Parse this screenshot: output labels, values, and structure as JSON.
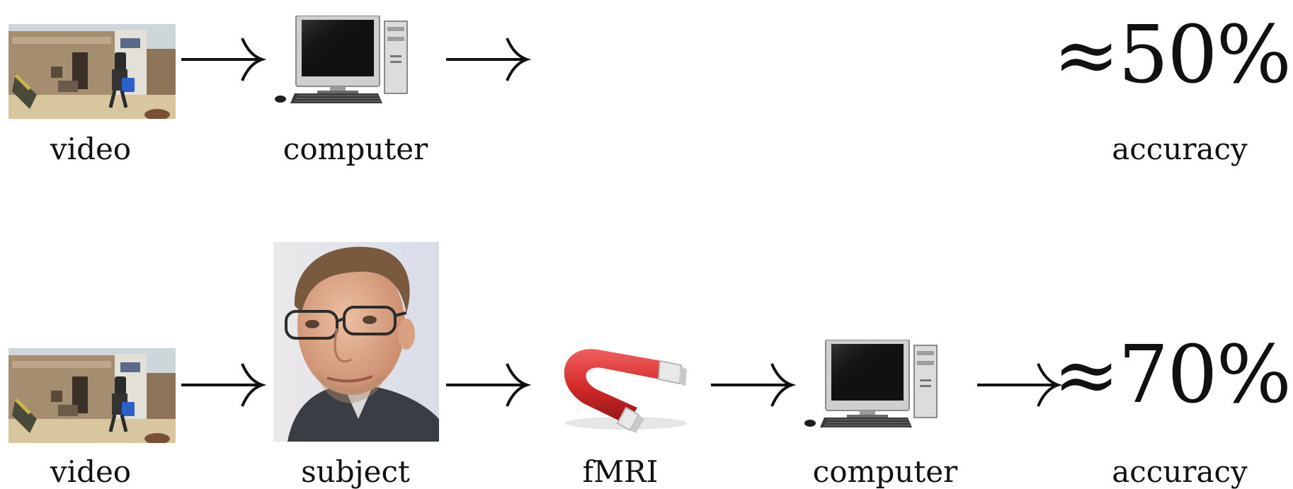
{
  "rows": [
    {
      "id": "baseline",
      "labels": {
        "video": "video",
        "computer": "computer",
        "accuracy": "accuracy"
      },
      "result": "≈50%"
    },
    {
      "id": "brain",
      "labels": {
        "video": "video",
        "subject": "subject",
        "fmri": "fMRI",
        "computer": "computer",
        "accuracy": "accuracy"
      },
      "result": "≈70%"
    }
  ],
  "icons": {
    "video": "video-frame-icon",
    "computer": "desktop-computer-icon",
    "subject": "person-portrait-icon",
    "fmri": "horseshoe-magnet-icon",
    "arrow": "right-arrow-icon"
  },
  "colors": {
    "magnet": "#d42a2a",
    "magnet_tip": "#e8e8e8",
    "text": "#111111"
  }
}
